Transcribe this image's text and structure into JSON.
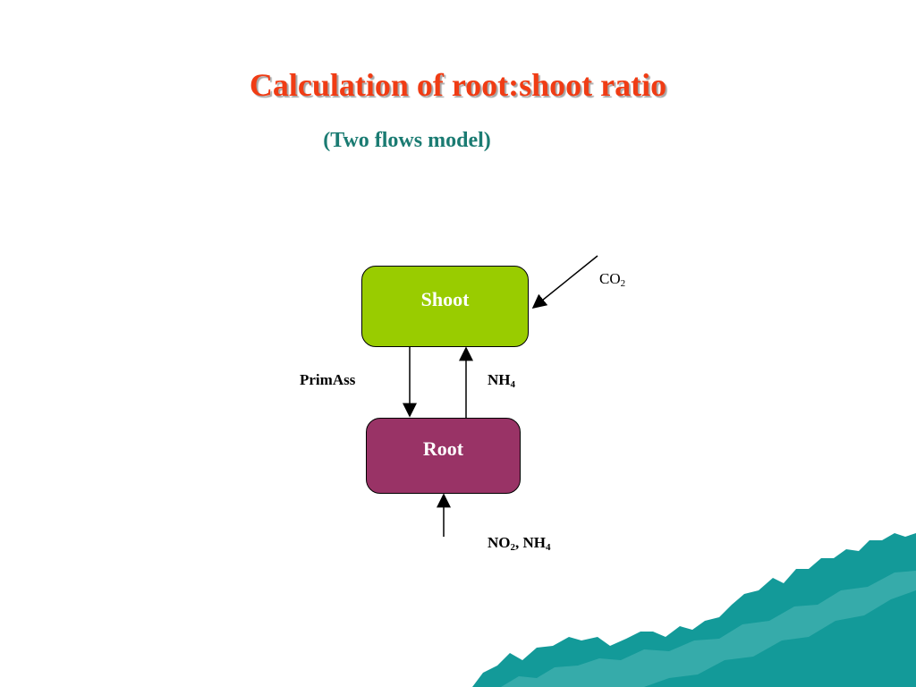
{
  "slide": {
    "title": "Calculation of root:shoot ratio",
    "subtitle": "(Two flows model)"
  },
  "diagram": {
    "nodes": {
      "shoot": {
        "label": "Shoot",
        "fill": "#99cc00"
      },
      "root": {
        "label": "Root",
        "fill": "#993366"
      }
    },
    "flows": {
      "co2": {
        "base": "CO",
        "sub": "2"
      },
      "primass": {
        "text": "PrimAss"
      },
      "nh4": {
        "base": "NH",
        "sub": "4"
      },
      "soil_uptake": {
        "base1": "NO",
        "sub1": "2",
        "sep": ", ",
        "base2": "NH",
        "sub2": "4"
      }
    }
  },
  "colors": {
    "title": "#f03c14",
    "subtitle": "#1a7b72",
    "decoration": "#139a99"
  }
}
